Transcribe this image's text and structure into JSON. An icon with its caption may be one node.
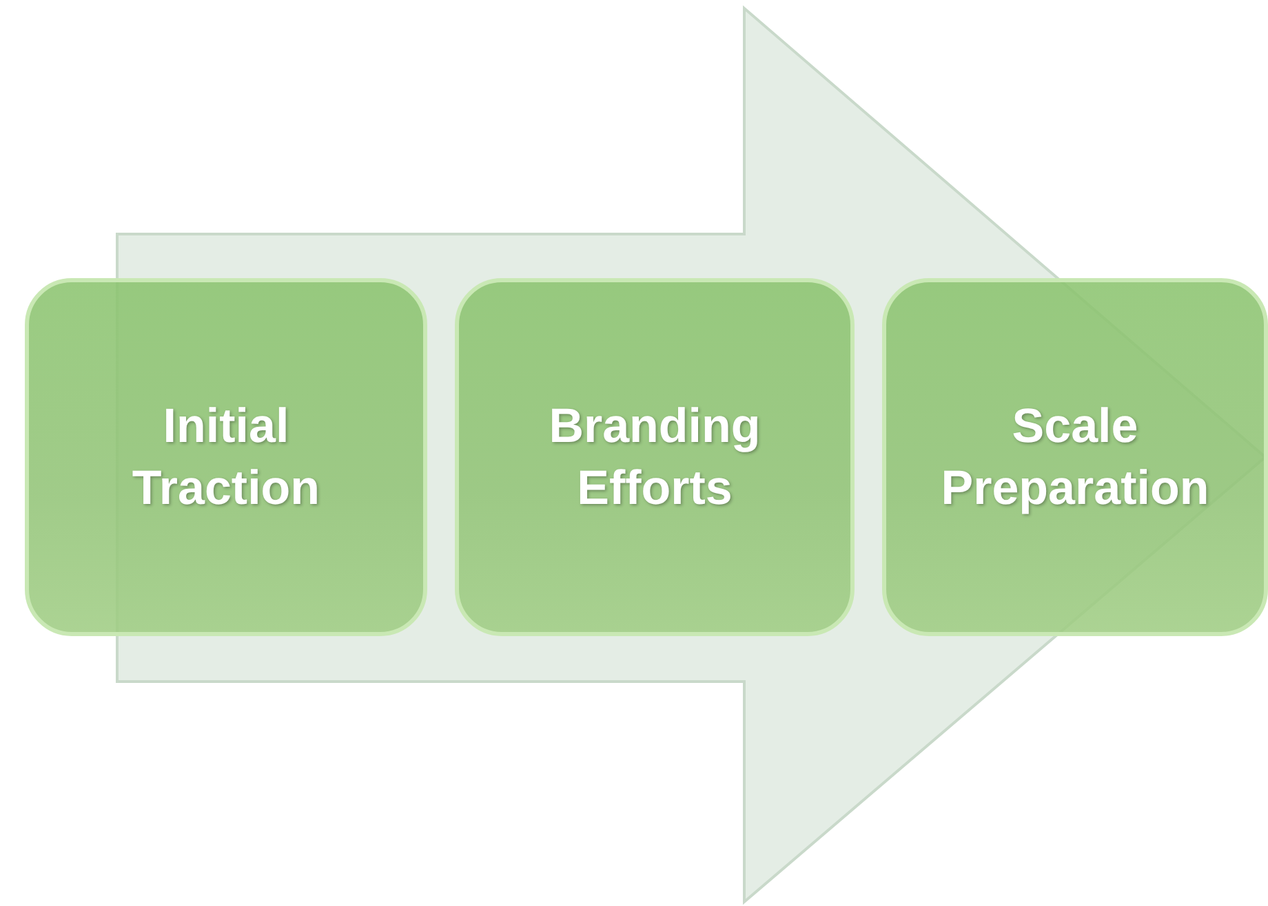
{
  "diagram": {
    "nodes": [
      {
        "text": [
          "Initial Traction"
        ]
      },
      {
        "text": [
          "Branding Efforts"
        ]
      },
      {
        "text": [
          "Scale Preparation"
        ]
      }
    ],
    "edges": [
      {
        "from": 0,
        "to": 2,
        "arrow": "to"
      }
    ]
  }
}
